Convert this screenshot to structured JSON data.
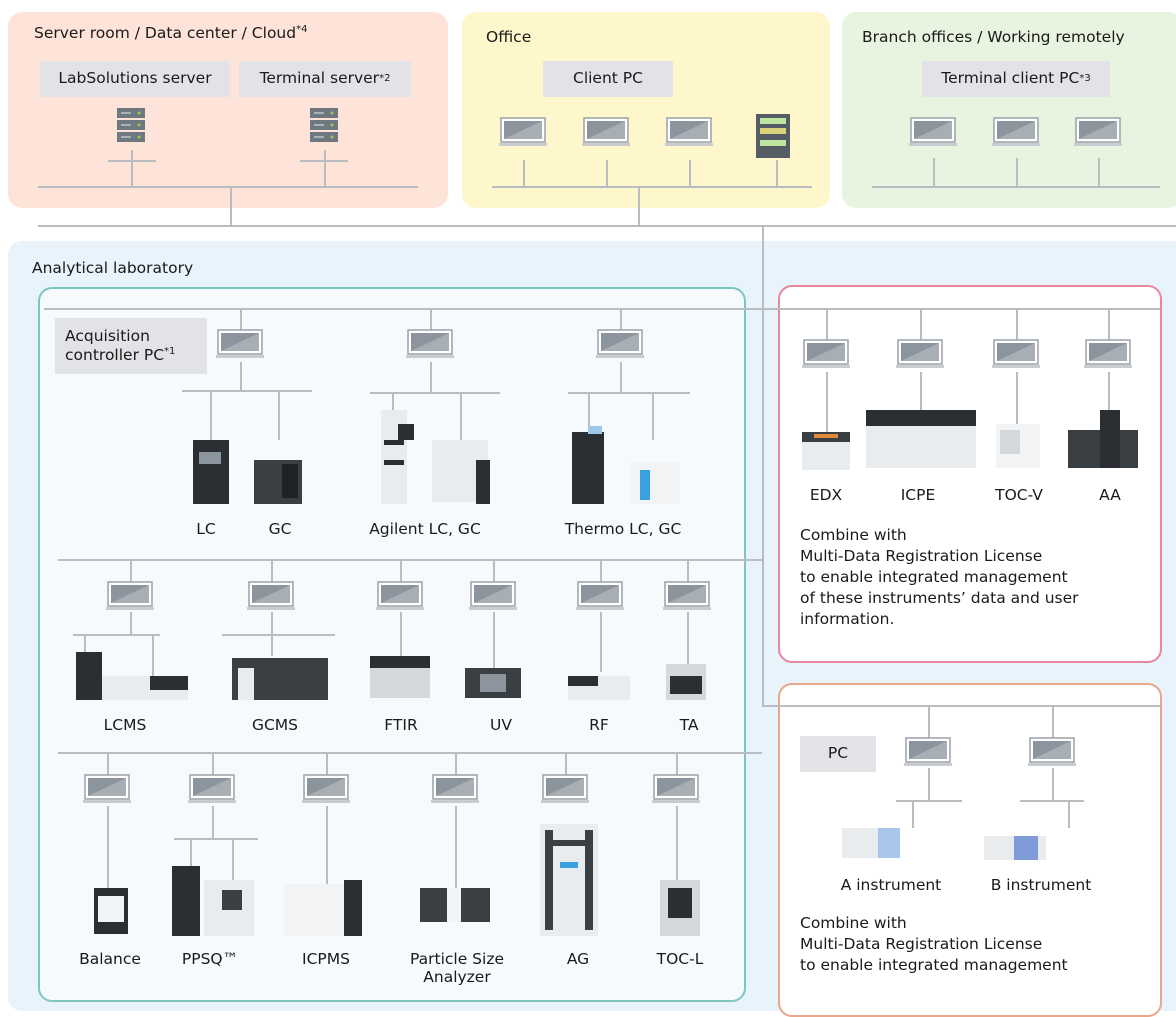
{
  "regions": {
    "server": {
      "title": "Server room / Data center / Cloud",
      "title_sup": "*4",
      "color": "#fde3d8"
    },
    "office": {
      "title": "Office",
      "color": "#fef7cc"
    },
    "branch": {
      "title": "Branch offices / Working remotely",
      "color": "#e8f3e0"
    },
    "lab": {
      "title": "Analytical laboratory",
      "color": "#e8f3fb"
    }
  },
  "boxes": {
    "labsolutions_server": "LabSolutions server",
    "terminal_server": "Terminal server",
    "terminal_server_sup": "*2",
    "client_pc": "Client PC",
    "terminal_client_pc": "Terminal client PC",
    "terminal_client_pc_sup": "*3",
    "acq_line1": "Acquisition",
    "acq_line2": "controller PC",
    "acq_sup": "*1",
    "pc": "PC"
  },
  "instruments": {
    "row1": [
      "LC",
      "GC",
      "Agilent LC, GC",
      "Thermo LC, GC"
    ],
    "row2": [
      "LCMS",
      "GCMS",
      "FTIR",
      "UV",
      "RF",
      "TA"
    ],
    "row3": [
      "Balance",
      "PPSQ™",
      "ICPMS",
      "Particle Size",
      "Analyzer",
      "AG",
      "TOC-L"
    ],
    "multi": [
      "EDX",
      "ICPE",
      "TOC-V",
      "AA"
    ],
    "other": [
      "A instrument",
      "B instrument"
    ]
  },
  "notes": {
    "multi": [
      "Combine with",
      "Multi-Data Registration License",
      "to enable integrated management",
      "of these instruments’ data and user",
      "information."
    ],
    "other": [
      "Combine with",
      "Multi-Data Registration License",
      "to enable integrated management"
    ]
  },
  "colors": {
    "lab_border": "#7cc6c0",
    "multi_border": "#e7879e",
    "other_border": "#eaa689",
    "line": "#b9bdc2",
    "pc_screen": "#8c959d",
    "label_box": "#e1e3e6"
  }
}
